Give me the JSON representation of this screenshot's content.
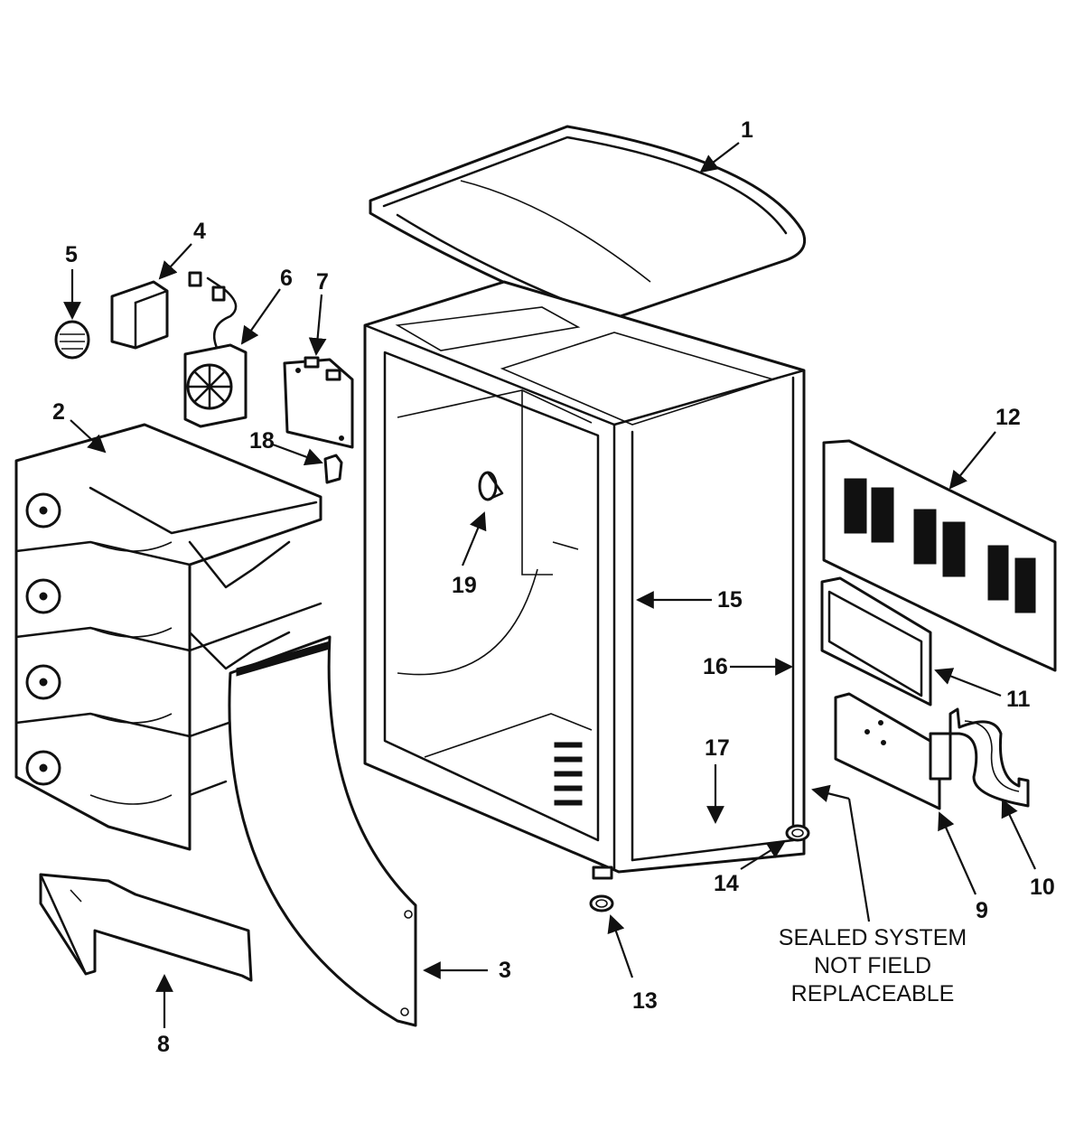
{
  "callouts": {
    "c1": "1",
    "c2": "2",
    "c3": "3",
    "c4": "4",
    "c5": "5",
    "c6": "6",
    "c7": "7",
    "c8": "8",
    "c9": "9",
    "c10": "10",
    "c11": "11",
    "c12": "12",
    "c13": "13",
    "c14": "14",
    "c15": "15",
    "c16": "16",
    "c17": "17",
    "c18": "18",
    "c19": "19"
  },
  "note": {
    "line1": "SEALED SYSTEM",
    "line2": "NOT FIELD",
    "line3": "REPLACEABLE"
  }
}
